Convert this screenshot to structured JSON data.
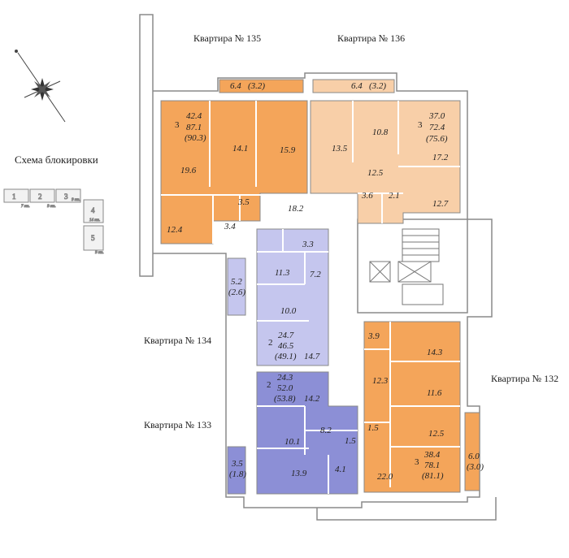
{
  "apartments": {
    "a135": {
      "title": "Квартира №  135",
      "color": "#f4a55a",
      "summary": {
        "rooms": "3",
        "living": "42.4",
        "total": "87.1",
        "reduced": "(90.3)"
      },
      "rooms": [
        "19.6",
        "14.1",
        "15.9",
        "12.4",
        "3.5",
        "3.4",
        "18.2"
      ],
      "balcony": {
        "area": "6.4",
        "reduced": "(3.2)"
      }
    },
    "a136": {
      "title": "Квартира № 136",
      "color": "#f8cfa8",
      "summary": {
        "rooms": "3",
        "living": "37.0",
        "total": "72.4",
        "reduced": "(75.6)"
      },
      "rooms": [
        "13.5",
        "10.8",
        "17.2",
        "12.5",
        "3.6",
        "2.1",
        "12.7"
      ],
      "balcony": {
        "area": "6.4",
        "reduced": "(3.2)"
      }
    },
    "a134": {
      "title": "Квартира № 134",
      "color": "#c5c6ee",
      "summary": {
        "rooms": "2",
        "living": "24.7",
        "total": "46.5",
        "reduced": "(49.1)"
      },
      "rooms": [
        "3.3",
        "11.3",
        "7.2",
        "10.0",
        "14.7"
      ],
      "balcony": {
        "area": "5.2",
        "reduced": "(2.6)"
      }
    },
    "a133": {
      "title": "Квартира № 133",
      "color": "#8c8fd6",
      "summary": {
        "rooms": "2",
        "living": "24.3",
        "total": "52.0",
        "reduced": "(53.8)"
      },
      "rooms": [
        "14.2",
        "8.2",
        "10.1",
        "1.5",
        "13.9",
        "4.1"
      ],
      "balcony": {
        "area": "3.5",
        "reduced": "(1.8)"
      }
    },
    "a132": {
      "title": "Квартира № 132",
      "color": "#f4a55a",
      "summary": {
        "rooms": "3",
        "living": "38.4",
        "total": "78.1",
        "reduced": "(81.1)"
      },
      "rooms": [
        "3.9",
        "14.3",
        "11.6",
        "12.3",
        "12.5",
        "1.5",
        "22.0"
      ],
      "balcony": {
        "area": "6.0",
        "reduced": "(3.0)"
      }
    }
  },
  "scheme": {
    "title": "Схема блокировки",
    "sections": [
      "1",
      "2",
      "3",
      "4",
      "5"
    ],
    "dims": [
      "7 эт.",
      "9 эт.",
      "9 эт.",
      "14 эт.",
      "9 эт."
    ]
  },
  "colors": {
    "wall": "#9a9a9a",
    "stair": "#ffffff",
    "background": "#ffffff"
  }
}
